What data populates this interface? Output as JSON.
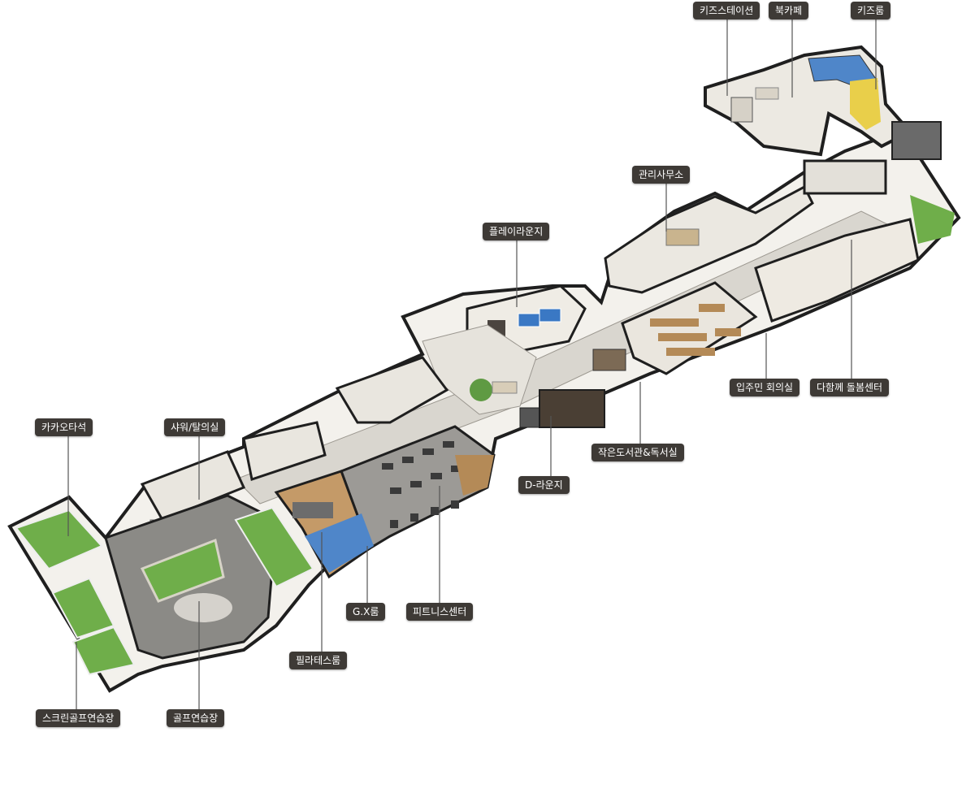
{
  "labels": {
    "kids_station": "키즈스테이션",
    "book_cafe": "북카페",
    "kids_room": "키즈룸",
    "management_office": "관리사무소",
    "play_lounge": "플레이라운지",
    "residents_meeting_room": "입주민 회의실",
    "care_center": "다함께 돌봄센터",
    "small_library": "작은도서관&독서실",
    "d_lounge": "D-라운지",
    "kakao_seats": "카카오타석",
    "shower_room": "샤워/탈의실",
    "gx_room": "G.X룸",
    "fitness_center": "피트니스센터",
    "pilates_room": "필라테스룸",
    "screen_golf": "스크린골프연습장",
    "golf_practice": "골프연습장"
  },
  "colors": {
    "label_bg": "#3e3a36",
    "label_text": "#ffffff",
    "leader_line": "#555555",
    "wall": "#1f1f1f",
    "floor_light": "#e9e6df",
    "floor_corridor": "#d9d6cf",
    "green_turf": "#6fae4a",
    "fitness_floor": "#9c9a96",
    "wood": "#b48a57",
    "water_blue": "#4f86c9"
  }
}
